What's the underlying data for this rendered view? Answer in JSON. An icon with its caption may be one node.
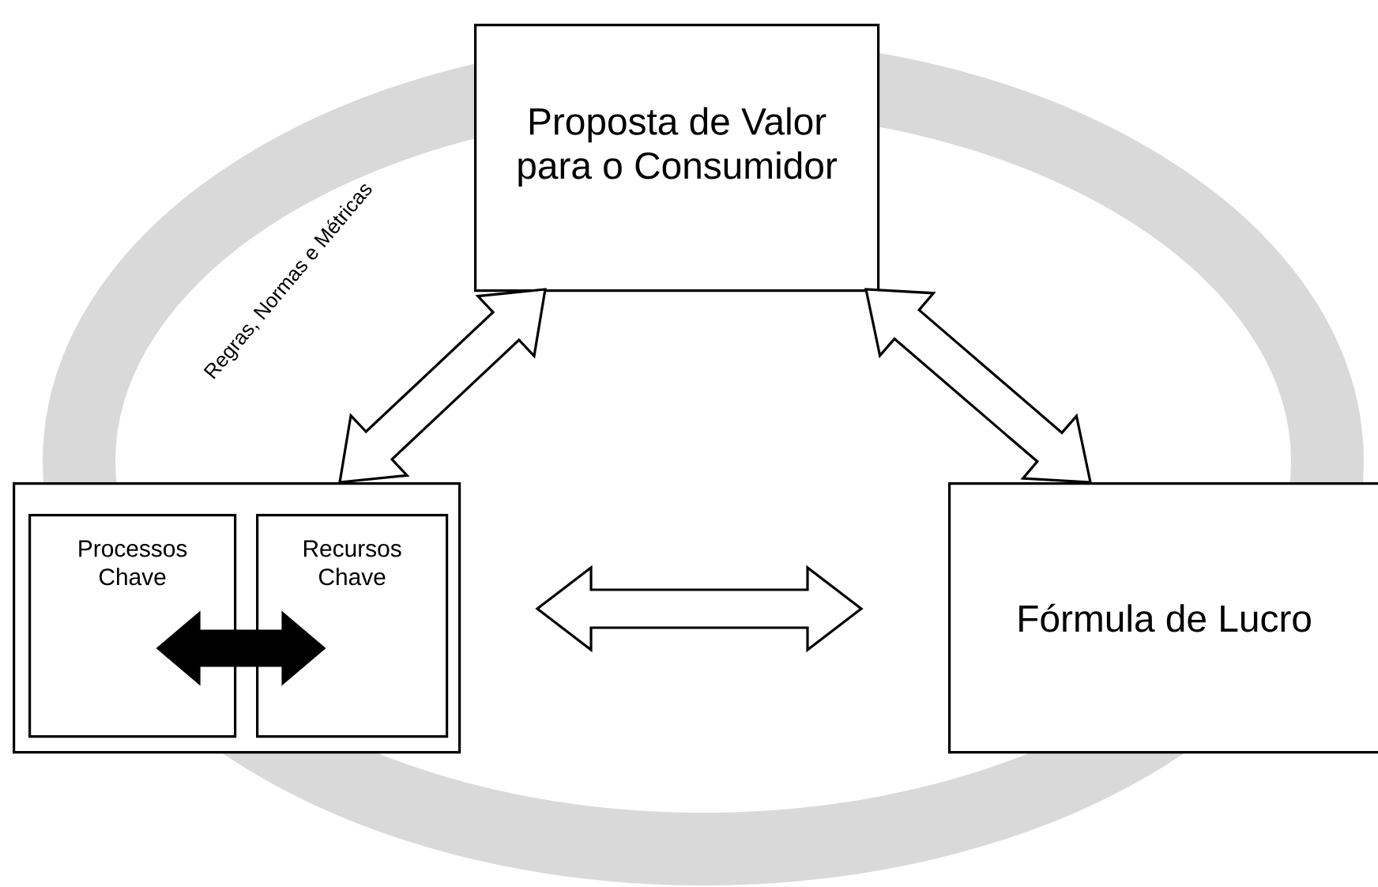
{
  "diagram": {
    "nodes": [
      {
        "text": [
          "Proposta de Valor para o Consumidor"
        ]
      },
      {
        "text": [],
        "shape": "box"
      },
      {
        "text": [
          "Processos Chave"
        ],
        "in": 1
      },
      {
        "text": [
          "Recursos Chave"
        ],
        "in": 1
      },
      {
        "text": [
          "Fórmula de Lucro"
        ]
      }
    ],
    "edges": [
      {
        "from": 1,
        "to": 0,
        "arrow": "both"
      },
      {
        "from": 0,
        "to": 4,
        "arrow": "both"
      },
      {
        "from": 1,
        "to": 4,
        "arrow": "both"
      },
      {
        "from": 2,
        "to": 3,
        "arrow": "both",
        "color": "#000000"
      }
    ],
    "labels": [
      "Regras, Normas e Métricas"
    ]
  }
}
